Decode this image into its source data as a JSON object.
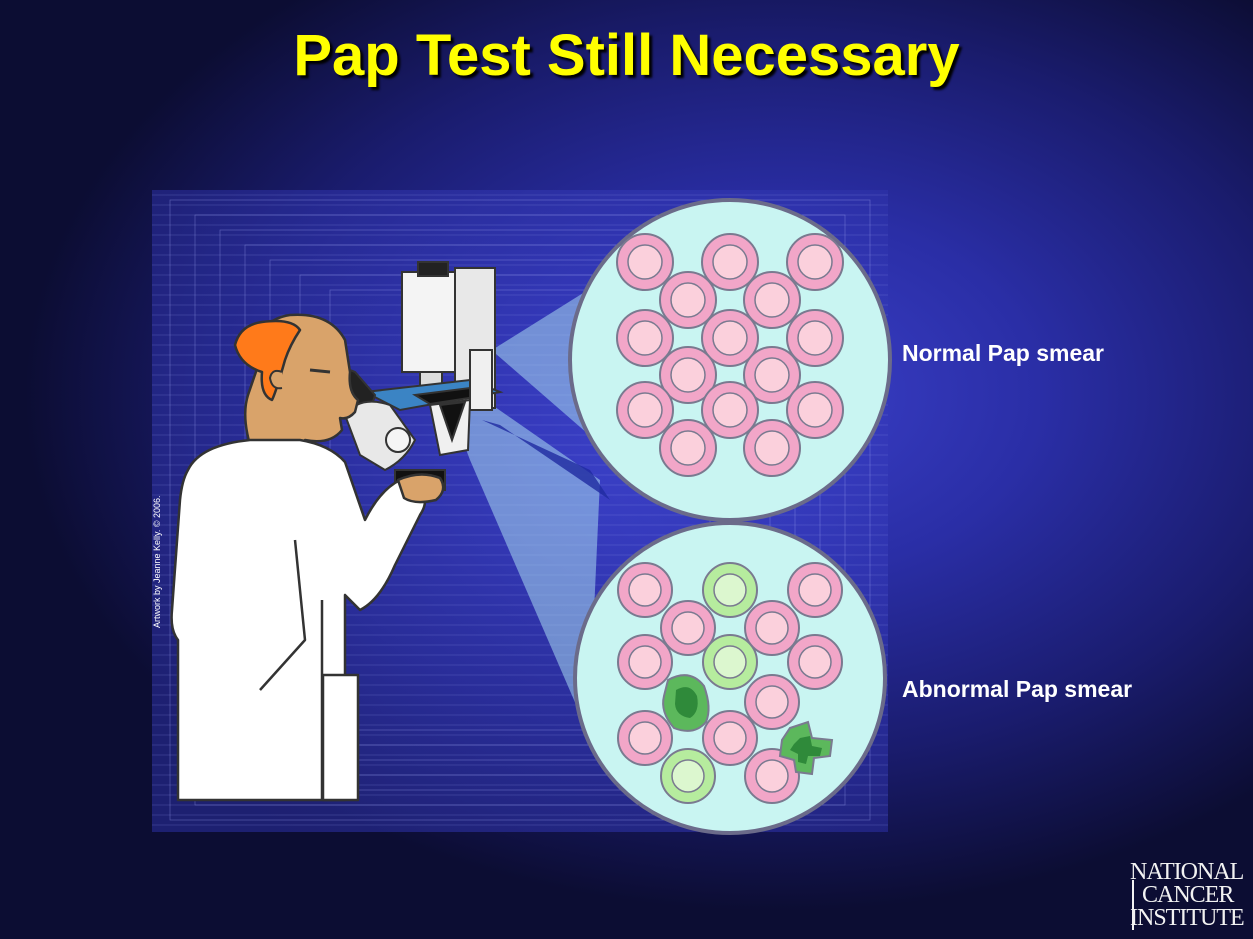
{
  "slide": {
    "title": "Pap Test Still Necessary",
    "normal_label": "Normal Pap smear",
    "abnormal_label": "Abnormal Pap smear",
    "artwork_credit": "Artwork by Jeanne Kelly. © 2006."
  },
  "logo": {
    "text": "NATIONAL CANCER INSTITUTE"
  },
  "colors": {
    "title": "#ffff00",
    "background": "#2a2ea6",
    "circle_fill": "#c9f5f2",
    "normal_cell": "#f2a6c8",
    "abnormal_cell": "#4aa84a",
    "skin": "#d9a36a",
    "hair": "#ff7a1a"
  }
}
